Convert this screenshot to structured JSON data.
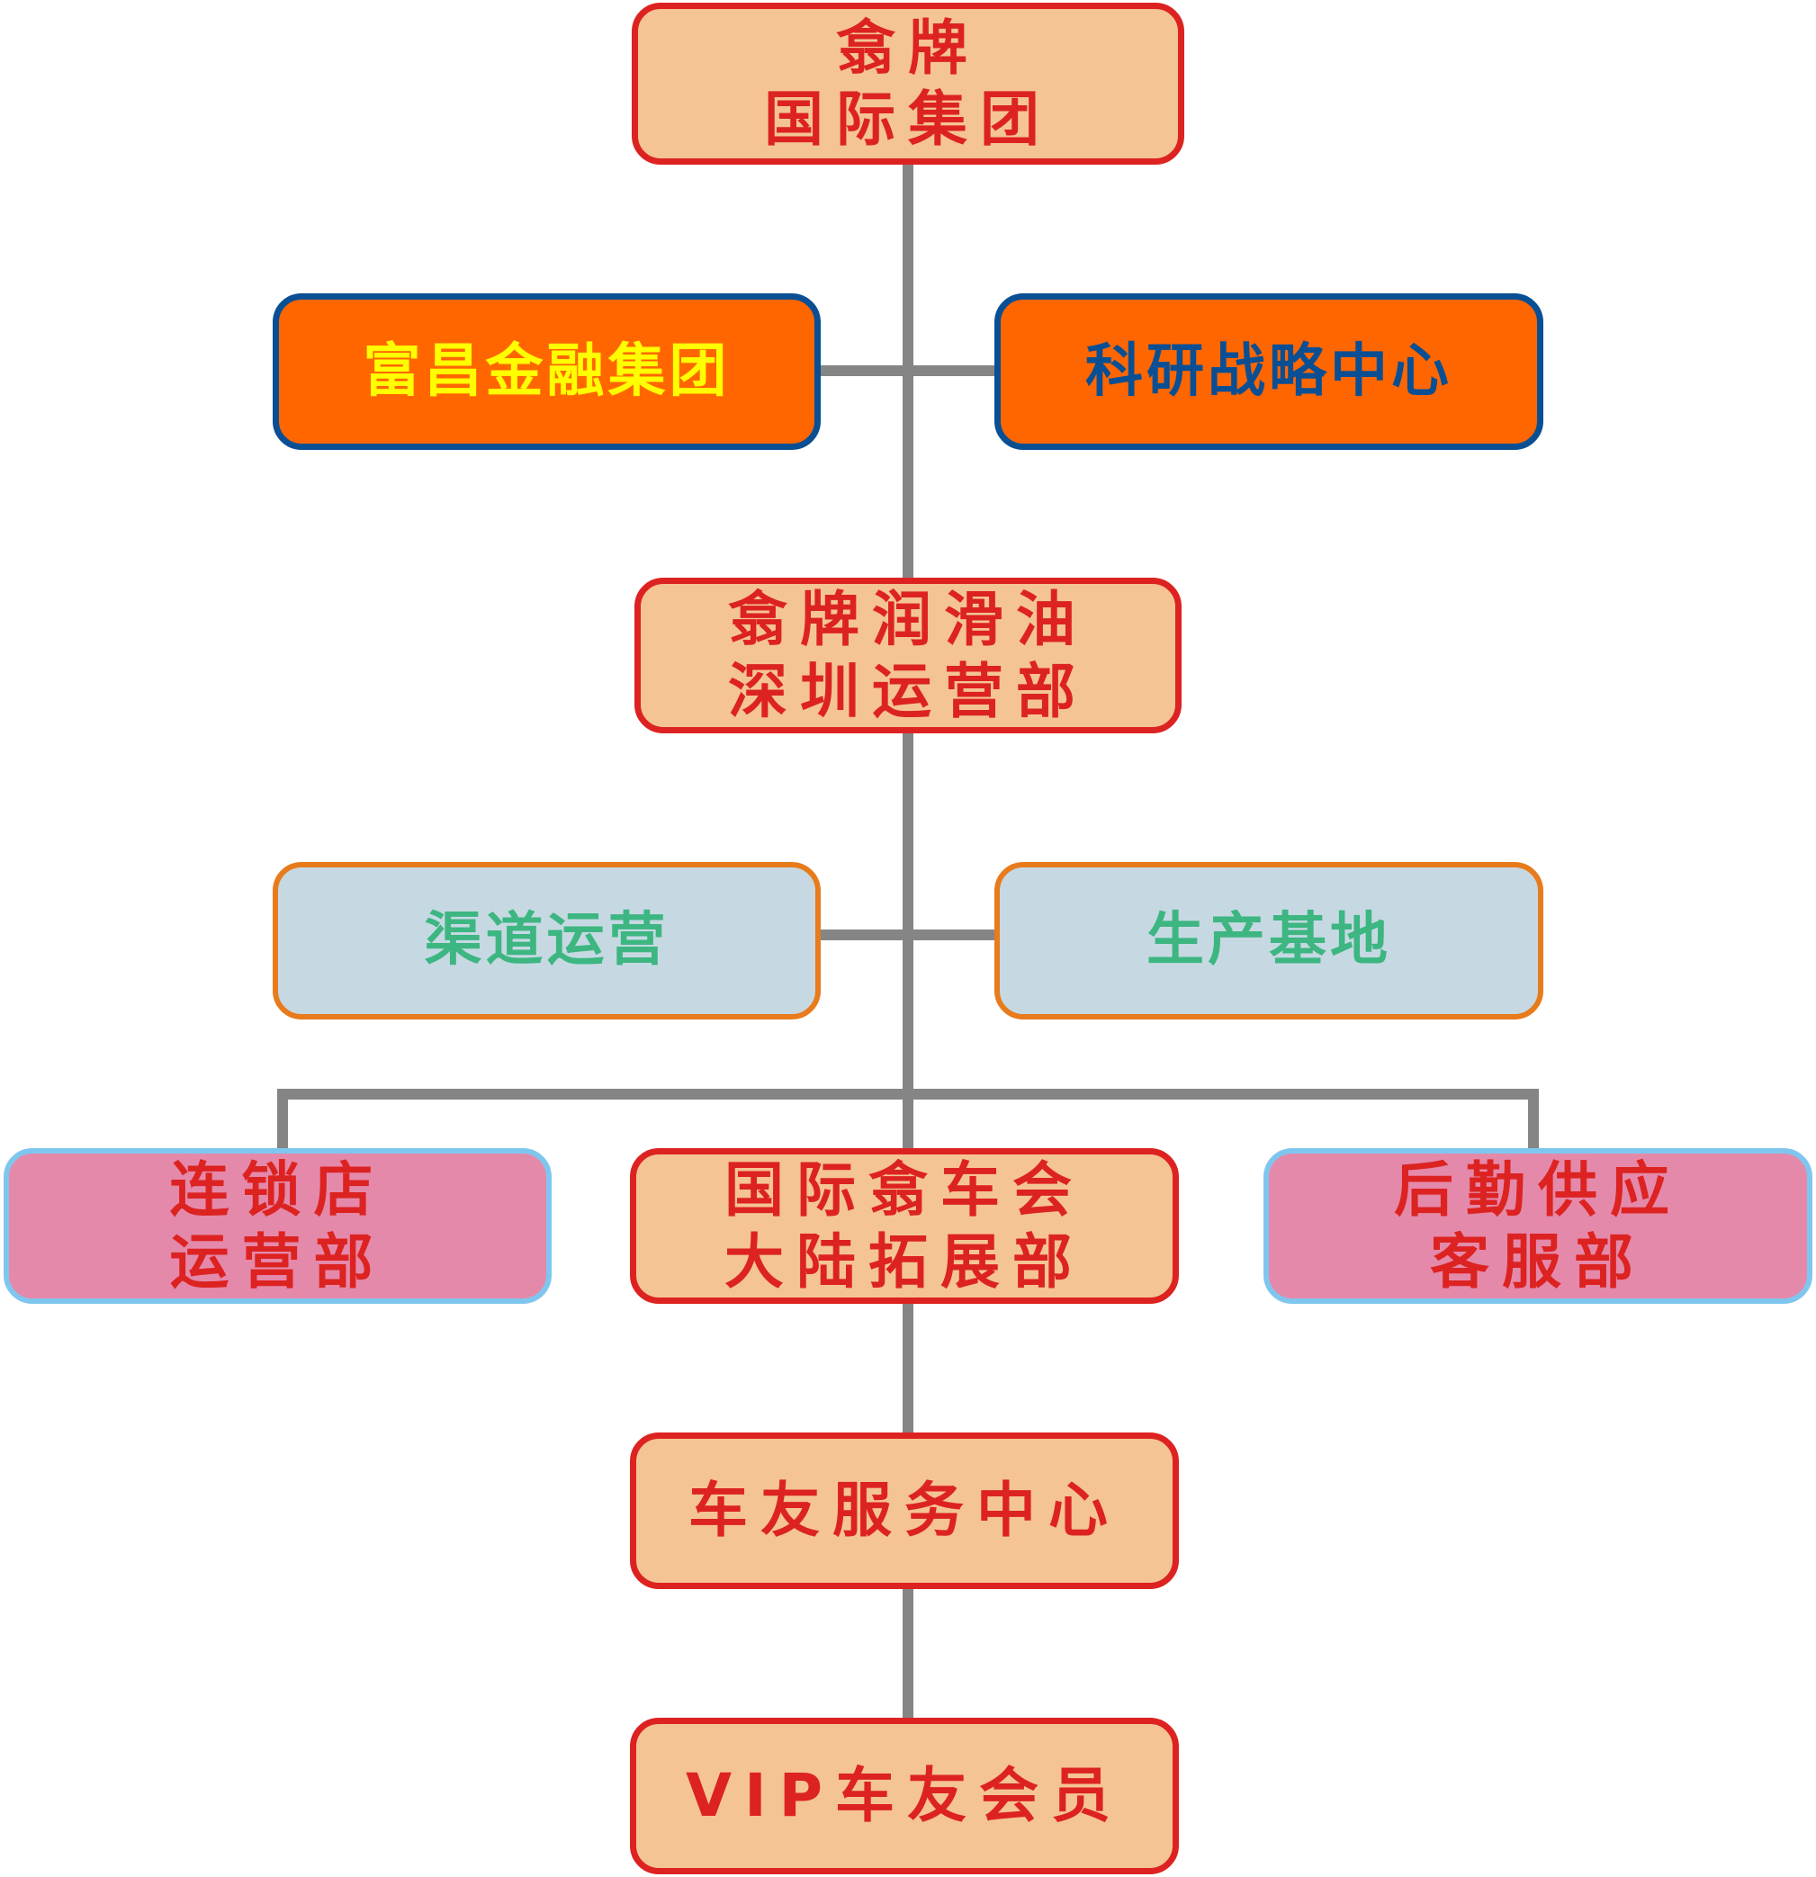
{
  "diagram": {
    "type": "org-chart",
    "nodes": {
      "root": {
        "lines": [
          "翕牌",
          "国际集团"
        ]
      },
      "finance": {
        "lines": [
          "富昌金融集团"
        ],
        "text_color": "#ffff00"
      },
      "research": {
        "lines": [
          "科研战略中心"
        ],
        "text_color": "#0a4f94"
      },
      "shenzhen": {
        "lines": [
          "翕牌润滑油",
          "深圳运营部"
        ]
      },
      "channel": {
        "lines": [
          "渠道运营"
        ]
      },
      "production": {
        "lines": [
          "生产基地"
        ]
      },
      "chain": {
        "lines": [
          "连锁店",
          "运营部"
        ]
      },
      "mainland": {
        "lines": [
          "国际翕车会",
          "大陆拓展部"
        ]
      },
      "logistics": {
        "lines": [
          "后勤供应",
          "客服部"
        ]
      },
      "service": {
        "lines": [
          "车友服务中心"
        ]
      },
      "vip": {
        "lines": [
          "VIP车友会员"
        ]
      }
    },
    "edges": [
      [
        "root",
        "finance"
      ],
      [
        "root",
        "research"
      ],
      [
        "root",
        "shenzhen"
      ],
      [
        "shenzhen",
        "channel"
      ],
      [
        "shenzhen",
        "production"
      ],
      [
        "shenzhen",
        "chain"
      ],
      [
        "shenzhen",
        "mainland"
      ],
      [
        "shenzhen",
        "logistics"
      ],
      [
        "mainland",
        "service"
      ],
      [
        "service",
        "vip"
      ]
    ],
    "colors": {
      "connector": "#858585",
      "peach_fill": "#f5c494",
      "red": "#dc2321",
      "orange_fill": "#ff6600",
      "navy": "#0a4f94",
      "yellow": "#ffff00",
      "light_blue_fill": "#c6d9e3",
      "orange_border": "#e87b1c",
      "green_text": "#3db681",
      "pink_fill": "#e589aa",
      "sky_border": "#7fc6ef"
    }
  }
}
